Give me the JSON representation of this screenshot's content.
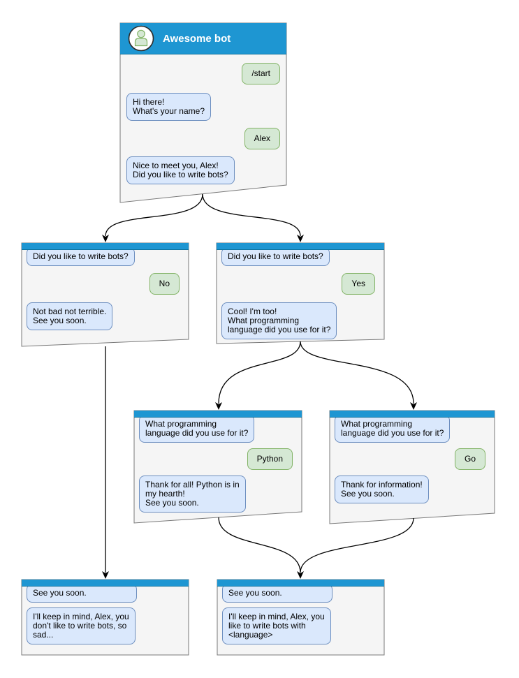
{
  "colors": {
    "header_blue": "#1e96d2",
    "header_border": "#10739e",
    "window_bg": "#f5f5f5",
    "window_border": "#787878",
    "bot_bubble_bg": "#dae8fc",
    "bot_bubble_border": "#6c8ebf",
    "user_bubble_bg": "#d5e8d4",
    "user_bubble_border": "#82b366",
    "arrow": "#000000",
    "title_text": "#ffffff"
  },
  "windows": {
    "root": {
      "title": "Awesome bot",
      "avatar_icon": "person-icon",
      "messages": [
        {
          "from": "user",
          "text": "/start"
        },
        {
          "from": "bot",
          "text": "Hi there!\nWhat's your name?"
        },
        {
          "from": "user",
          "text": "Alex"
        },
        {
          "from": "bot",
          "text": "Nice to meet you, Alex!\nDid you like to write bots?"
        }
      ]
    },
    "branch_no": {
      "messages": [
        {
          "from": "bot",
          "text": "Did you like to write bots?"
        },
        {
          "from": "user",
          "text": "No"
        },
        {
          "from": "bot",
          "text": "Not bad not terrible.\nSee you soon."
        }
      ]
    },
    "branch_yes": {
      "messages": [
        {
          "from": "bot",
          "text": "Did you like to write bots?"
        },
        {
          "from": "user",
          "text": "Yes"
        },
        {
          "from": "bot",
          "text": "Cool! I'm too!\nWhat programming\nlanguage did you use for it?"
        }
      ]
    },
    "branch_python": {
      "messages": [
        {
          "from": "bot",
          "text": "What programming\nlanguage did you use for it?"
        },
        {
          "from": "user",
          "text": "Python"
        },
        {
          "from": "bot",
          "text": "Thank for all! Python is in\nmy hearth!\nSee you soon."
        }
      ]
    },
    "branch_go": {
      "messages": [
        {
          "from": "bot",
          "text": "What programming\nlanguage did you use for it?"
        },
        {
          "from": "user",
          "text": "Go"
        },
        {
          "from": "bot",
          "text": "Thank for information!\nSee you soon."
        }
      ]
    },
    "end_no": {
      "messages": [
        {
          "from": "bot",
          "text": "See you soon."
        },
        {
          "from": "bot",
          "text": "I'll keep in mind, Alex, you\ndon't like to write bots, so\nsad..."
        }
      ]
    },
    "end_yes": {
      "messages": [
        {
          "from": "bot",
          "text": "See you soon."
        },
        {
          "from": "bot",
          "text": "I'll keep in mind, Alex, you\nlike to write bots with\n<language>"
        }
      ]
    }
  },
  "edges": [
    {
      "from": "root",
      "to": "branch_no"
    },
    {
      "from": "root",
      "to": "branch_yes"
    },
    {
      "from": "branch_yes",
      "to": "branch_python"
    },
    {
      "from": "branch_yes",
      "to": "branch_go"
    },
    {
      "from": "branch_no",
      "to": "end_no"
    },
    {
      "from": "branch_python",
      "to": "end_yes"
    },
    {
      "from": "branch_go",
      "to": "end_yes"
    }
  ]
}
